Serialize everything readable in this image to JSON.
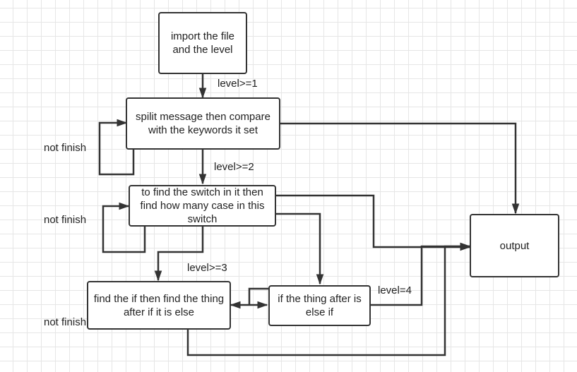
{
  "nodes": {
    "import": "import the file and the level",
    "split": "spilit message then compare with the keywords it set",
    "switch": "to find the switch in it then find how many case in this switch",
    "if": "find the if then find the thing after if it is else",
    "else": "if the thing after is else if",
    "output": "output"
  },
  "edge_labels": {
    "level1": "level>=1",
    "level2": "level>=2",
    "level3": "level>=3",
    "level4": "level=4",
    "loop_split": "not finish",
    "loop_switch": "not finish",
    "loop_if": "not finish"
  },
  "colors": {
    "line": "#333333",
    "grid": "#e6e6e6",
    "background": "#ffffff"
  }
}
